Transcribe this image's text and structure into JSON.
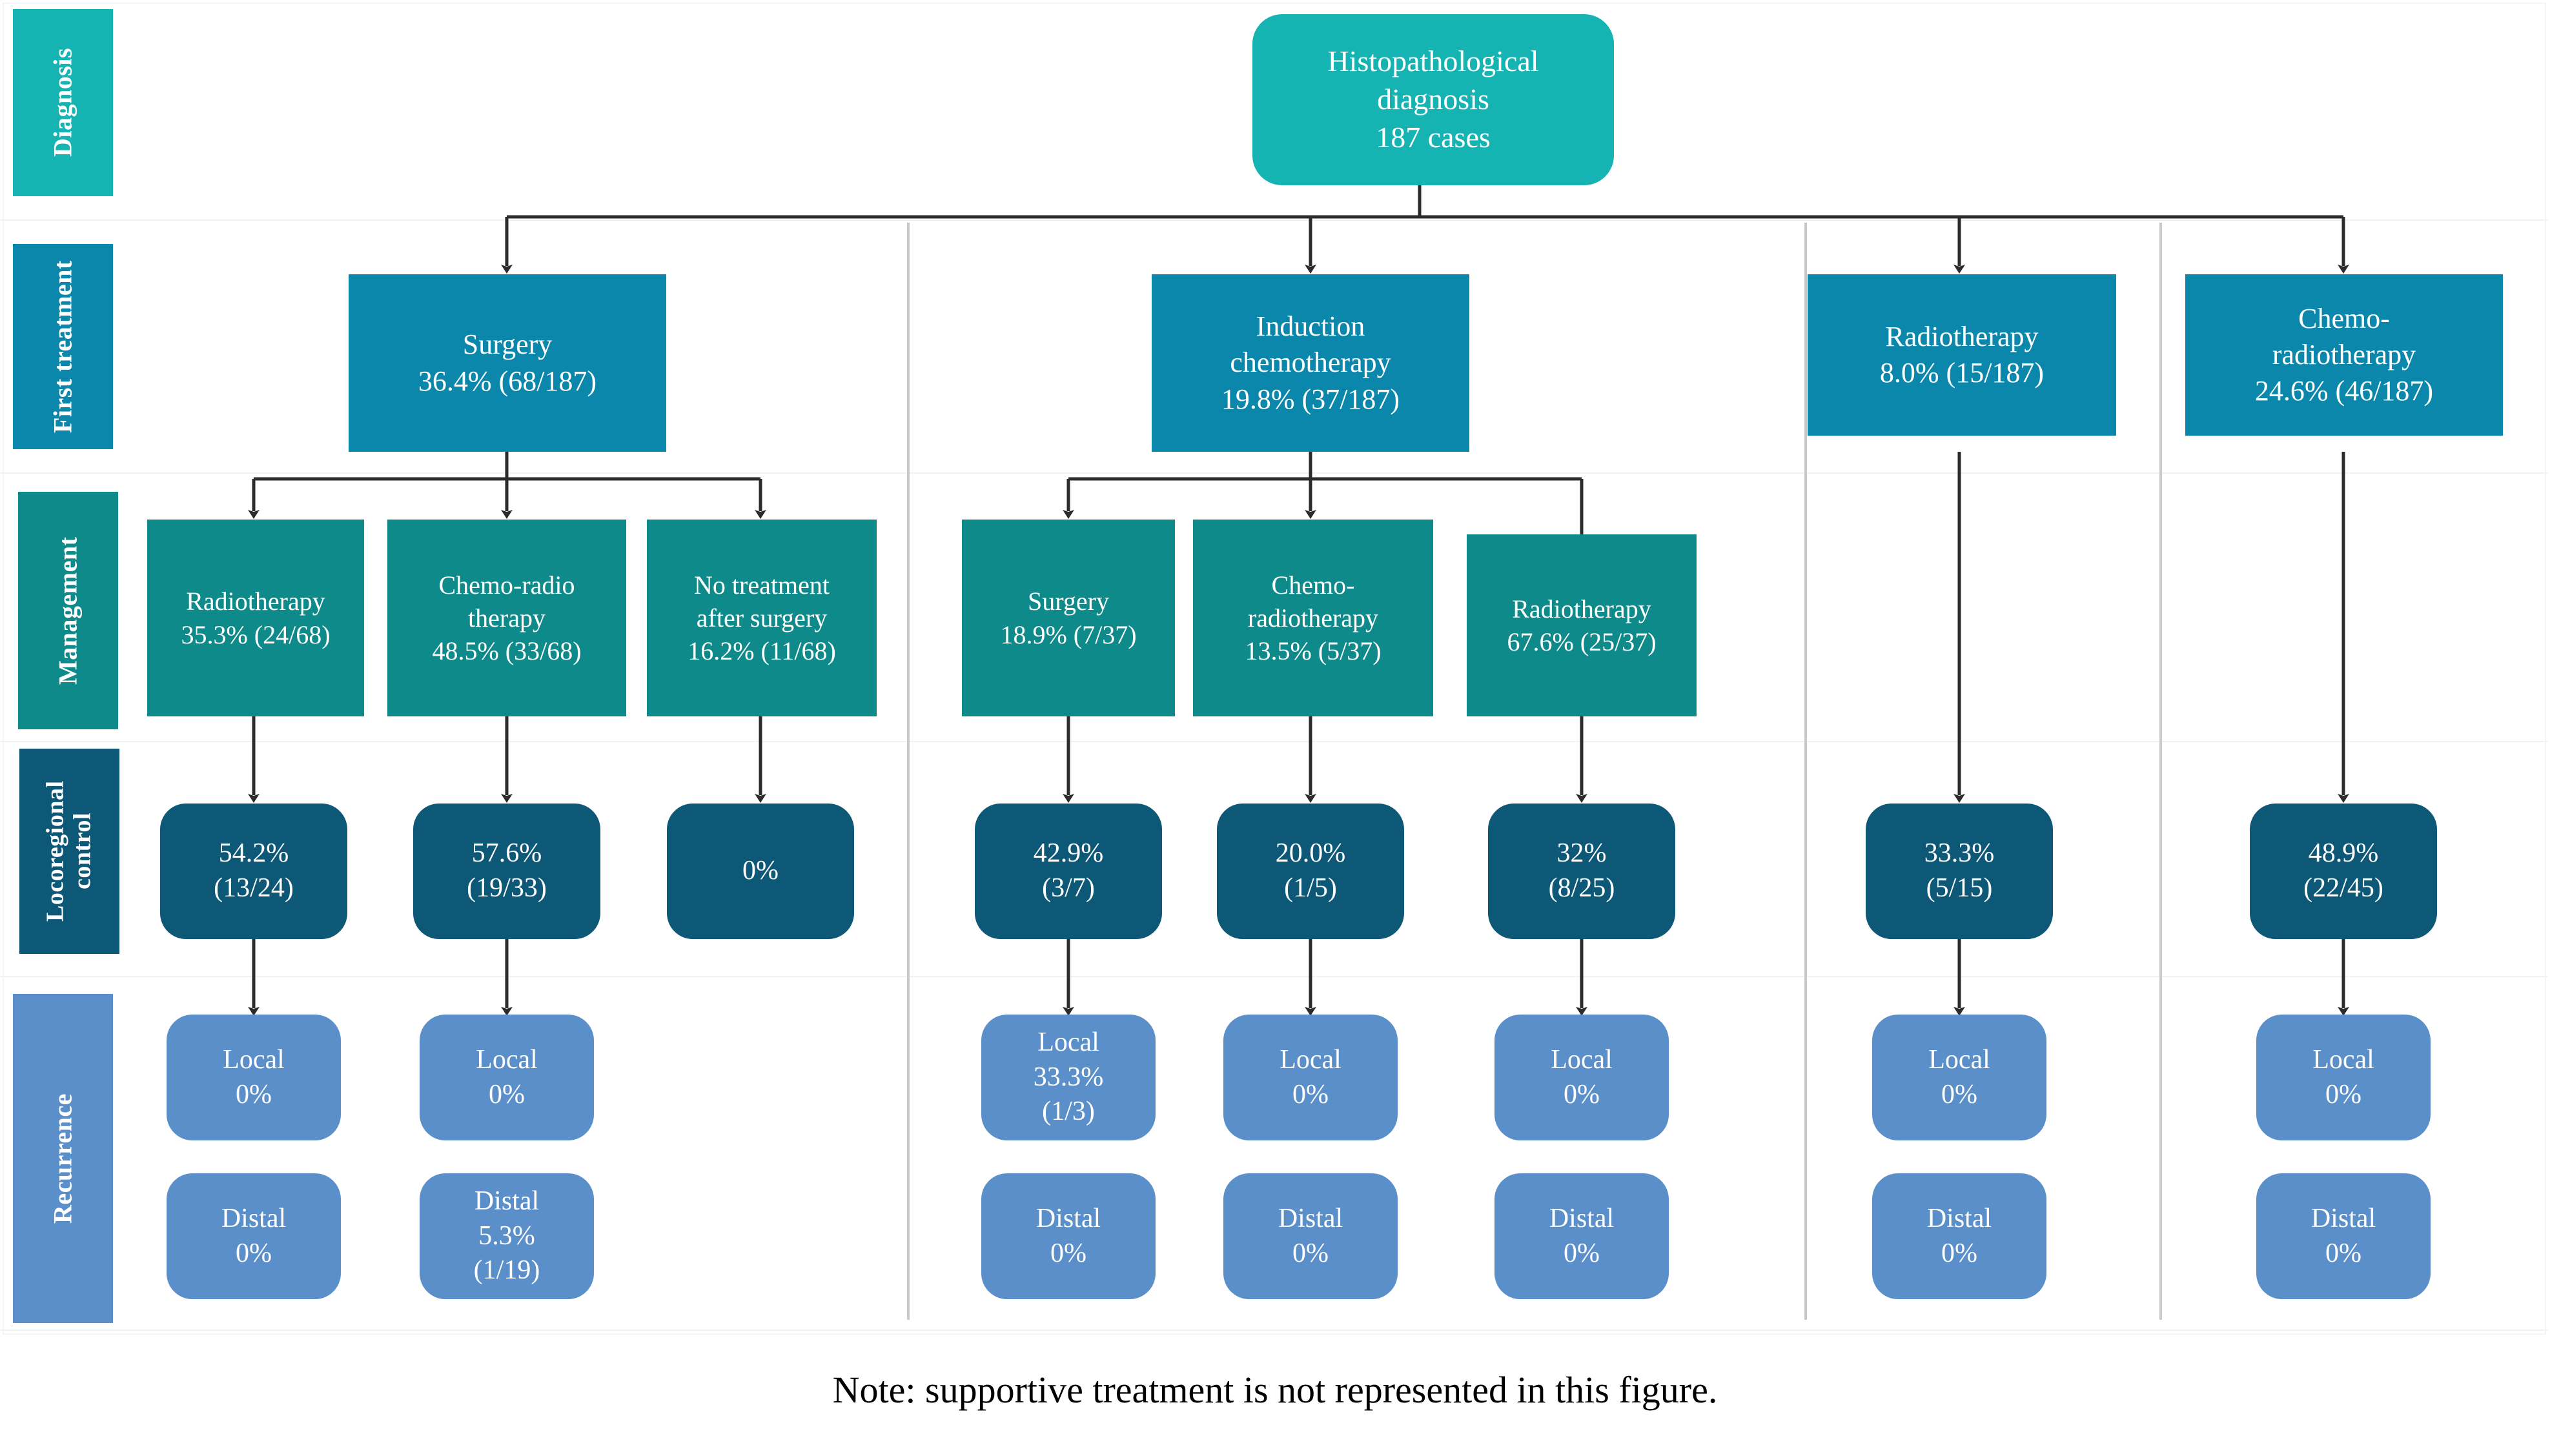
{
  "figure": {
    "note": "Note: supportive treatment is not represented in this figure.",
    "colors": {
      "diagnosis": "#16b3b3",
      "first_treatment": "#0c87ac",
      "management": "#0e8a8a",
      "locoregional": "#0d5777",
      "recurrence": "#5b8fc9",
      "connector": "#2b2b2b",
      "separator": "#c9c9c9",
      "band": "#eef3f5",
      "note_text": "#000000"
    }
  },
  "row_labels": [
    {
      "id": "diagnosis",
      "label": "Diagnosis"
    },
    {
      "id": "first-treatment",
      "label": "First treatment"
    },
    {
      "id": "management",
      "label": "Management"
    },
    {
      "id": "locoregional-control",
      "label": "Locoregional\ncontrol"
    },
    {
      "id": "recurrence",
      "label": "Recurrence"
    }
  ],
  "diagnosis": {
    "root": {
      "label": "Histopathological\ndiagnosis\n187 cases",
      "cases": 187
    }
  },
  "first_treatment": [
    {
      "id": "surgery",
      "label": "Surgery\n36.4% (68/187)",
      "percent": 36.4,
      "n": 68,
      "d": 187
    },
    {
      "id": "induction-chemo",
      "label": "Induction\nchemotherapy\n19.8% (37/187)",
      "percent": 19.8,
      "n": 37,
      "d": 187
    },
    {
      "id": "radiotherapy",
      "label": "Radiotherapy\n8.0% (15/187)",
      "percent": 8.0,
      "n": 15,
      "d": 187
    },
    {
      "id": "chemo-radiotherapy",
      "label": "Chemo-\nradiotherapy\n24.6% (46/187)",
      "percent": 24.6,
      "n": 46,
      "d": 187
    }
  ],
  "management": [
    {
      "id": "mg-radiotherapy",
      "label": "Radiotherapy\n35.3% (24/68)",
      "percent": 35.3,
      "n": 24,
      "d": 68
    },
    {
      "id": "mg-chemo-radio-therapy",
      "label": "Chemo-radio\ntherapy\n48.5% (33/68)",
      "percent": 48.5,
      "n": 33,
      "d": 68
    },
    {
      "id": "mg-no-treatment",
      "label": "No treatment\nafter surgery\n16.2% (11/68)",
      "percent": 16.2,
      "n": 11,
      "d": 68
    },
    {
      "id": "mg-surgery",
      "label": "Surgery\n18.9% (7/37)",
      "percent": 18.9,
      "n": 7,
      "d": 37
    },
    {
      "id": "mg-chemo-radiotherapy",
      "label": "Chemo-\nradiotherapy\n13.5% (5/37)",
      "percent": 13.5,
      "n": 5,
      "d": 37
    },
    {
      "id": "mg-radiotherapy-ic",
      "label": "Radiotherapy\n67.6% (25/37)",
      "percent": 67.6,
      "n": 25,
      "d": 37
    }
  ],
  "locoregional_control": [
    {
      "id": "lc-1",
      "label": "54.2%\n(13/24)",
      "percent": 54.2,
      "n": 13,
      "d": 24
    },
    {
      "id": "lc-2",
      "label": "57.6%\n(19/33)",
      "percent": 57.6,
      "n": 19,
      "d": 33
    },
    {
      "id": "lc-3",
      "label": "0%",
      "percent": 0,
      "n": null,
      "d": null
    },
    {
      "id": "lc-4",
      "label": "42.9%\n(3/7)",
      "percent": 42.9,
      "n": 3,
      "d": 7
    },
    {
      "id": "lc-5",
      "label": "20.0%\n(1/5)",
      "percent": 20.0,
      "n": 1,
      "d": 5
    },
    {
      "id": "lc-6",
      "label": "32%\n(8/25)",
      "percent": 32,
      "n": 8,
      "d": 25
    },
    {
      "id": "lc-7",
      "label": "33.3%\n(5/15)",
      "percent": 33.3,
      "n": 5,
      "d": 15
    },
    {
      "id": "lc-8",
      "label": "48.9%\n(22/45)",
      "percent": 48.9,
      "n": 22,
      "d": 45
    }
  ],
  "recurrence_local": [
    {
      "id": "rl-1",
      "label": "Local\n0%"
    },
    {
      "id": "rl-2",
      "label": "Local\n0%"
    },
    {
      "id": "rl-4",
      "label": "Local\n33.3%\n(1/3)"
    },
    {
      "id": "rl-5",
      "label": "Local\n0%"
    },
    {
      "id": "rl-6",
      "label": "Local\n0%"
    },
    {
      "id": "rl-7",
      "label": "Local\n0%"
    },
    {
      "id": "rl-8",
      "label": "Local\n0%"
    }
  ],
  "recurrence_distal": [
    {
      "id": "rd-1",
      "label": "Distal\n0%"
    },
    {
      "id": "rd-2",
      "label": "Distal\n5.3%\n(1/19)"
    },
    {
      "id": "rd-4",
      "label": "Distal\n0%"
    },
    {
      "id": "rd-5",
      "label": "Distal\n0%"
    },
    {
      "id": "rd-6",
      "label": "Distal\n0%"
    },
    {
      "id": "rd-7",
      "label": "Distal\n0%"
    },
    {
      "id": "rd-8",
      "label": "Distal\n0%"
    }
  ]
}
